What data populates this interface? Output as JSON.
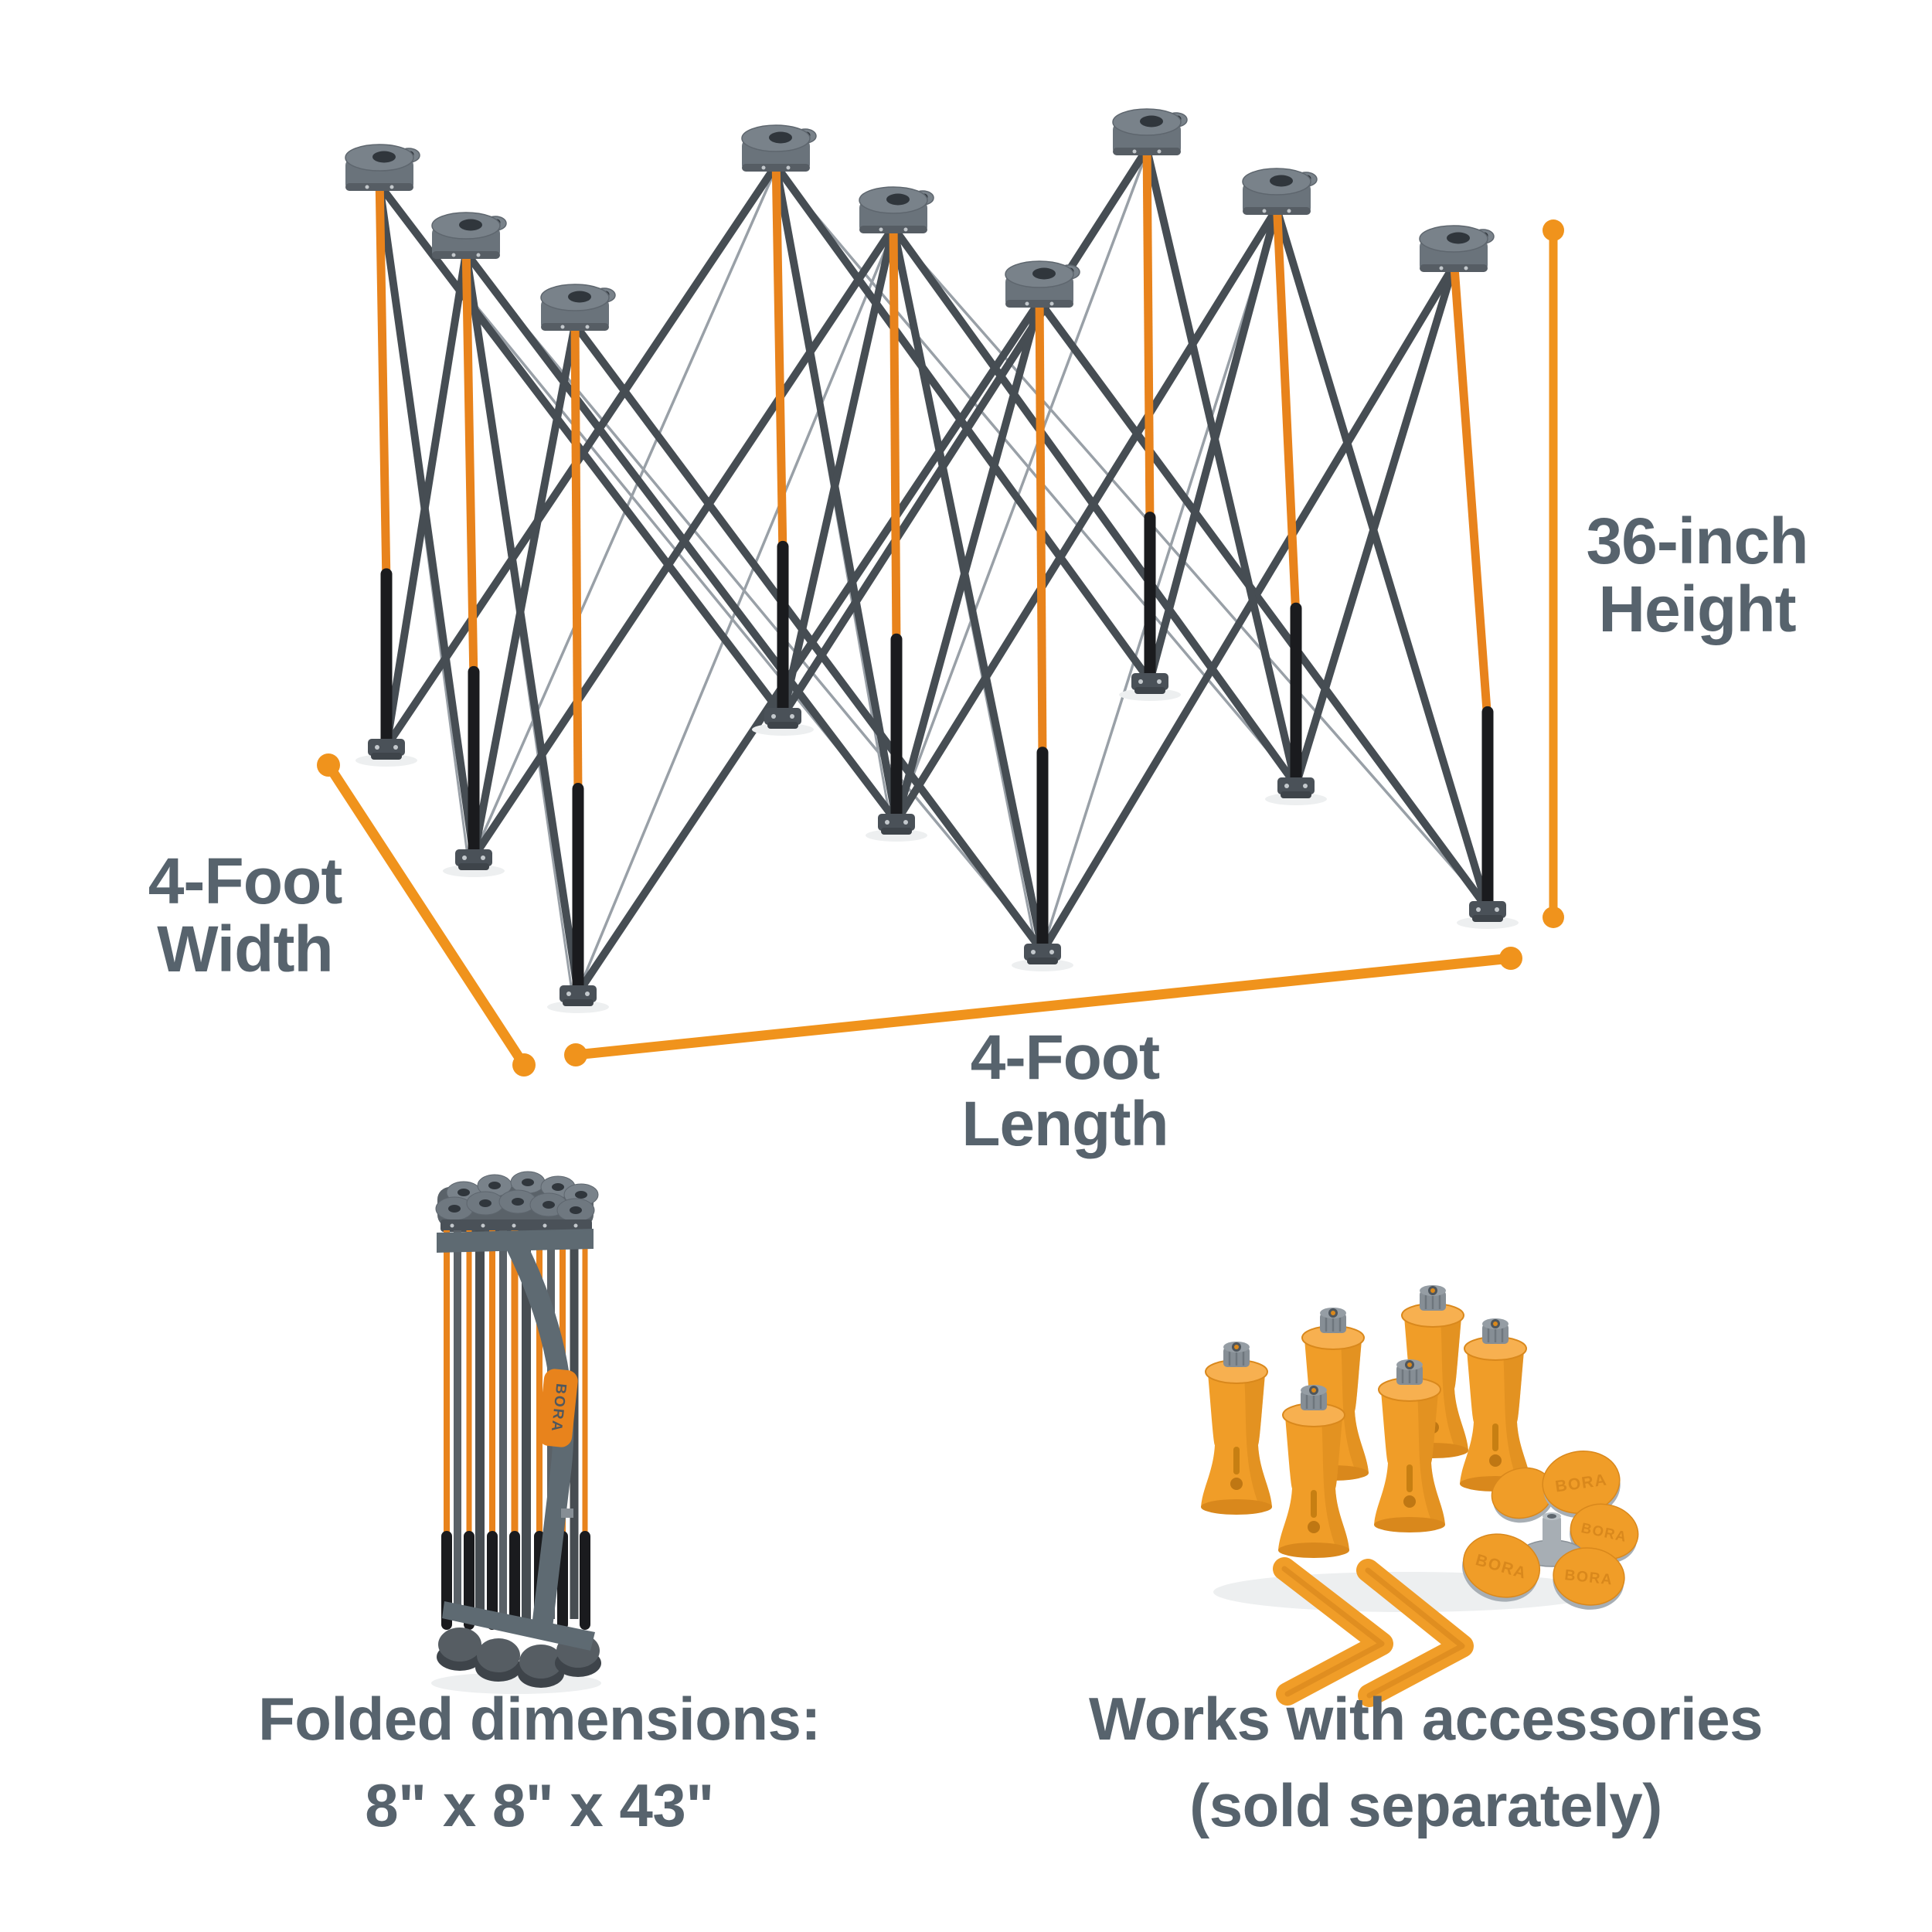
{
  "product": {
    "annotations": {
      "height": {
        "line1": "36-inch",
        "line2": "Height"
      },
      "width": {
        "line1": "4-Foot",
        "line2": "Width"
      },
      "length": {
        "line1": "4-Foot",
        "line2": "Length"
      }
    },
    "captions": {
      "folded": {
        "line1": "Folded dimensions:",
        "line2": "8\" x 8\" x 43\""
      },
      "accessories": {
        "line1": "Works with accessories",
        "line2": "(sold separately)"
      }
    },
    "brand": "BORA",
    "disc_label": "BORA"
  },
  "colors": {
    "accent_orange": "#F0931C",
    "leg_orange": "#E8831C",
    "accessory_orange": "#F09D28",
    "accessory_shade": "#D9881C",
    "accessory_light": "#F7B050",
    "text_slate": "#57636D",
    "strut_dark": "#464D53",
    "cable_gray": "#99A0A7",
    "cap_gray": "#6A737B",
    "cap_top": "#79828A",
    "cap_edge": "#5E666E",
    "cap_hole": "#30363C",
    "foot_gray": "#4A5158",
    "foot_dark": "#3E444A",
    "black": "#1A1B1E",
    "strap_gray": "#5E6A72",
    "knob_gray": "#868E95",
    "grommet_gray": "#A7AEB4",
    "shadow": "#EDEFF0",
    "bolt": "#C3C8CC"
  }
}
